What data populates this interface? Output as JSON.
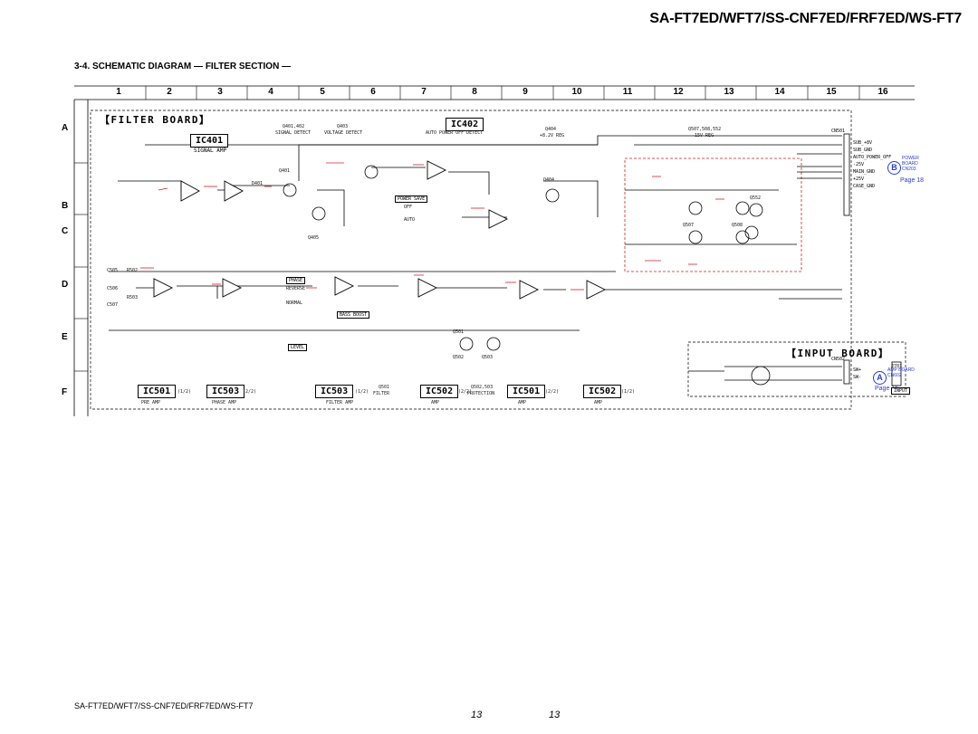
{
  "header": {
    "model": "SA-FT7ED/WFT7/SS-CNF7ED/FRF7ED/WS-FT7"
  },
  "section_title": "3-4. SCHEMATIC DIAGRAM — FILTER SECTION —",
  "grid": {
    "columns": [
      "1",
      "2",
      "3",
      "4",
      "5",
      "6",
      "7",
      "8",
      "9",
      "10",
      "11",
      "12",
      "13",
      "14",
      "15",
      "16"
    ],
    "rows": [
      "A",
      "B",
      "C",
      "D",
      "E",
      "F"
    ]
  },
  "boards": {
    "filter": "【FILTER BOARD】",
    "input": "【INPUT BOARD】"
  },
  "ic_top": {
    "ic401": "IC401",
    "ic402": "IC402"
  },
  "ic401_note": "SIGNAL AMP",
  "top_labels": {
    "q401": "Q401,402",
    "signal_detect": "SIGNAL DETECT",
    "q403": "Q403",
    "voltage_detect": "VOLTAGE DETECT",
    "auto_power": "AUTO POWER OFF DETECT",
    "q404": "Q404",
    "plus82v": "+8.2V REG",
    "q507": "Q507,508,552",
    "minus15v": "-15V REG"
  },
  "connector_b": {
    "ref": "CN501",
    "pins": [
      "SUB_+8V",
      "SUB_GND",
      "AUTO_POWER_OFF",
      "-25V",
      "MAIN_GND",
      "+25V",
      "CASE_GND"
    ]
  },
  "ref_b": {
    "tag": "B",
    "text": "POWER BOARD CN203",
    "page": "Page 18"
  },
  "connector_a": {
    "ref": "CN502",
    "pins": [
      "SW+",
      "SW-"
    ]
  },
  "ref_a": {
    "tag": "A",
    "text": "AMP BOARD CN602",
    "page": "Page 16"
  },
  "switches": {
    "power_save": "POWER SAVE",
    "off": "OFF",
    "auto": "AUTO",
    "phase": "PHASE",
    "reverse": "REVERSE",
    "normal": "NORMAL",
    "bass_boost": "BASS BOOST",
    "level": "LEVEL"
  },
  "parts_sample": {
    "c505": "C505",
    "c506": "C506",
    "c507": "C507",
    "r502": "R502",
    "r503": "R503",
    "q401": "Q401",
    "d401": "D401",
    "q405": "Q405",
    "q404": "Q404",
    "q507": "Q507",
    "q508": "Q508",
    "q552": "Q552",
    "q501": "Q501",
    "q502": "Q502",
    "q503": "Q503",
    "j701": "J701",
    "input_lbl": "INPUT"
  },
  "bottom_ics": [
    {
      "name": "IC501",
      "suffix": "(1/2)",
      "note": "PRE AMP"
    },
    {
      "name": "IC503",
      "suffix": "(2/2)",
      "note": "PHASE AMP"
    },
    {
      "name": "IC503",
      "suffix": "(1/2)",
      "note": "FILTER AMP"
    },
    {
      "name": "IC502",
      "suffix": "(2/2)",
      "note": "AMP"
    },
    {
      "name": "IC501",
      "suffix": "(2/2)",
      "note": "AMP"
    },
    {
      "name": "IC502",
      "suffix": "(1/2)",
      "note": "AMP"
    }
  ],
  "bottom_q": {
    "q501": "Q501",
    "q501_note": "FILTER",
    "q502": "Q502,503",
    "q502_note": "PROTECTION"
  },
  "footer": {
    "model": "SA-FT7ED/WFT7/SS-CNF7ED/FRF7ED/WS-FT7",
    "page_left": "13",
    "page_right": "13"
  },
  "colors": {
    "trace": "#000000",
    "voltage": "#d42020",
    "reference": "#2a3bd6"
  }
}
